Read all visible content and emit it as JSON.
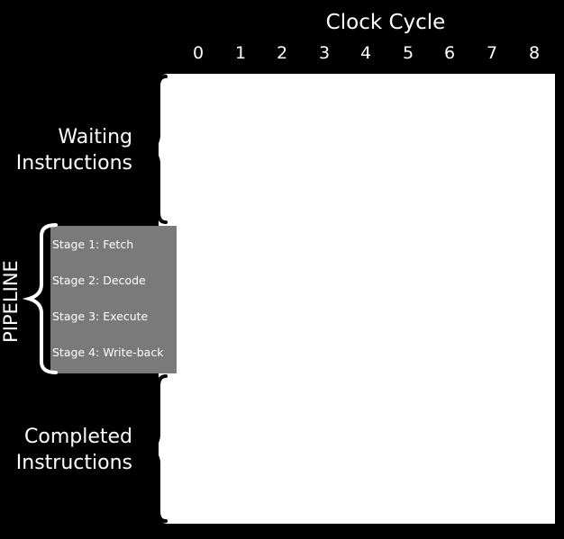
{
  "title": "Clock Cycle",
  "clock_ticks": [
    "0",
    "1",
    "2",
    "3",
    "4",
    "5",
    "6",
    "7",
    "8"
  ],
  "groups": {
    "waiting": {
      "line1": "Waiting",
      "line2": "Instructions"
    },
    "completed": {
      "line1": "Completed",
      "line2": "Instructions"
    }
  },
  "pipeline": {
    "label": "PIPELINE",
    "stages": [
      "Stage 1: Fetch",
      "Stage 2: Decode",
      "Stage 3: Execute",
      "Stage 4: Write-back"
    ]
  },
  "colors": {
    "background": "#000000",
    "panel": "#ffffff",
    "pipeline_box": "#7a7a7a",
    "text": "#ffffff"
  }
}
